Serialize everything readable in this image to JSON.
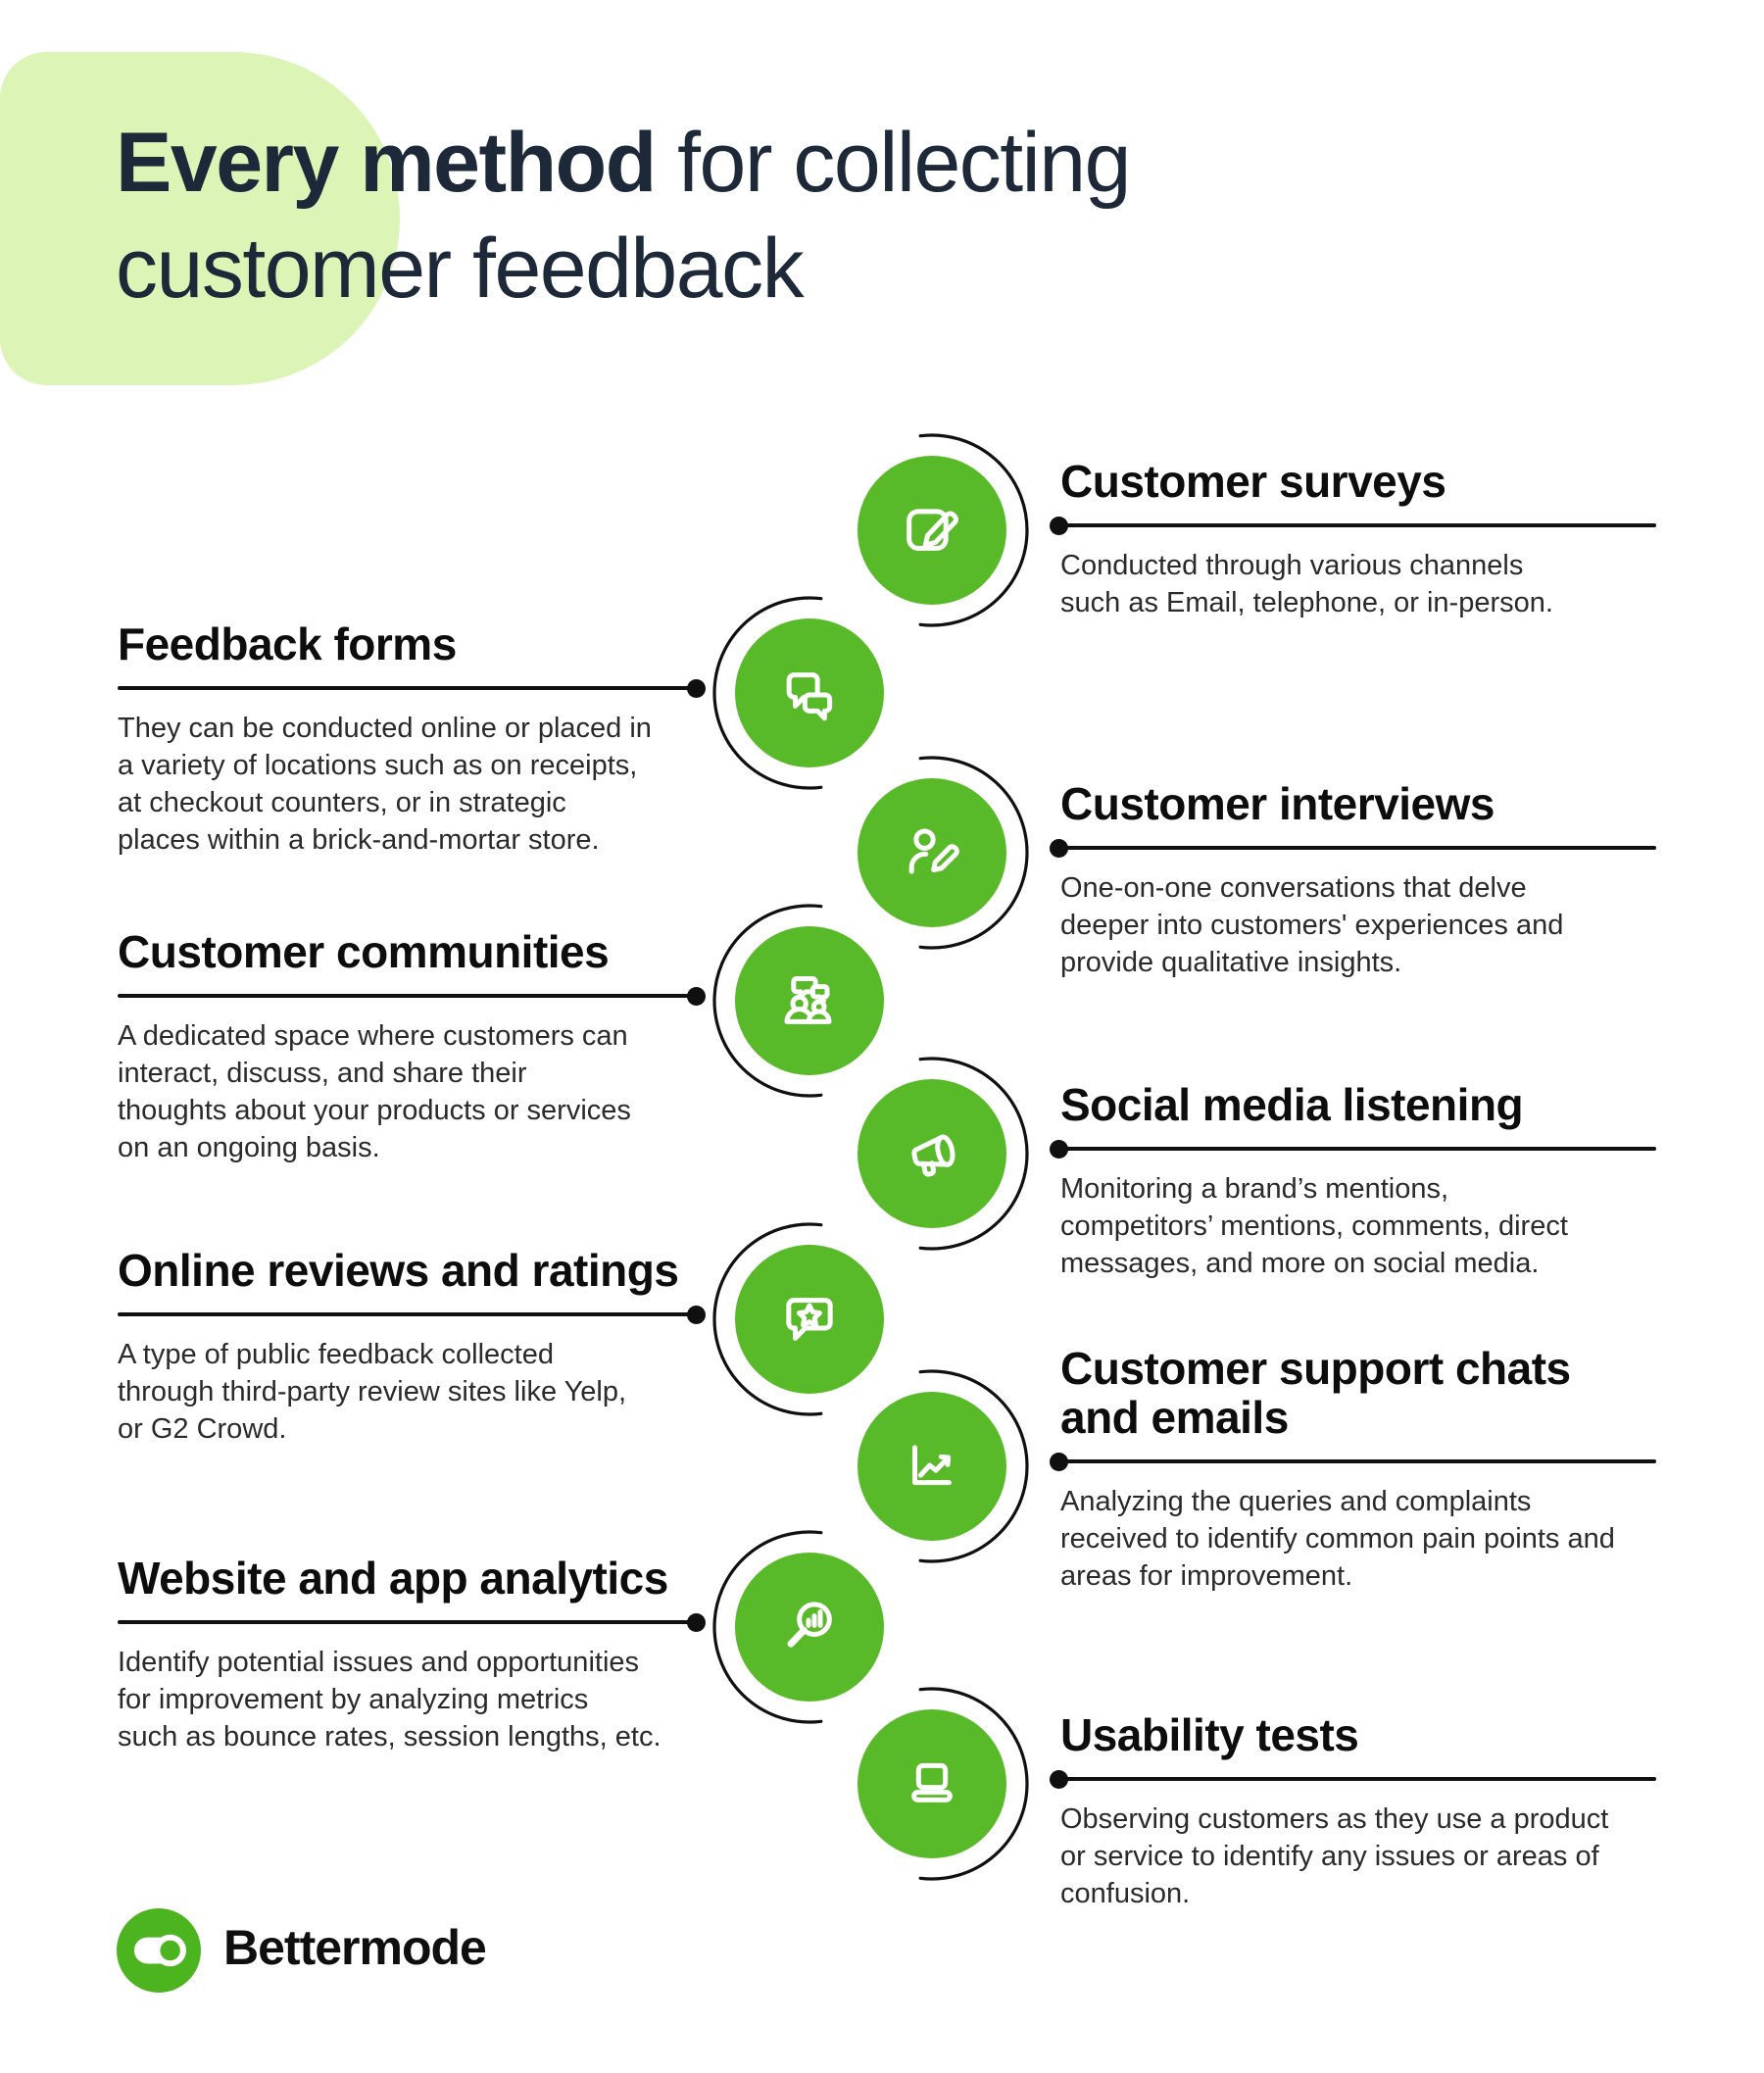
{
  "title": {
    "bold": "Every method",
    "regular": " for collecting",
    "line2": "customer feedback"
  },
  "colors": {
    "background": "#ffffff",
    "accent_green": "#58ba28",
    "blob_green": "#dcf4b6",
    "title_navy": "#1d2939",
    "heading_black": "#0d0d0d",
    "body_gray": "#2a2a2a",
    "line_black": "#101010",
    "logo_green": "#4cb41f"
  },
  "items": [
    {
      "id": "customer-surveys",
      "side": "right",
      "heading": "Customer surveys",
      "body": "Conducted through various channels\nsuch as Email, telephone, or in-person.",
      "icon": "edit-icon"
    },
    {
      "id": "feedback-forms",
      "side": "left",
      "heading": "Feedback forms",
      "body": "They can be conducted online or placed in\na variety of locations such as on receipts,\nat checkout counters, or in strategic\nplaces within a brick-and-mortar store.",
      "icon": "chat-bubbles-icon"
    },
    {
      "id": "customer-interviews",
      "side": "right",
      "heading": "Customer interviews",
      "body": "One-on-one conversations that delve\ndeeper into customers' experiences and\nprovide qualitative insights.",
      "icon": "person-pencil-icon"
    },
    {
      "id": "customer-communities",
      "side": "left",
      "heading": "Customer communities",
      "body": "A dedicated space where customers can\ninteract, discuss, and share their\nthoughts about your products or services\non an ongoing basis.",
      "icon": "community-icon"
    },
    {
      "id": "social-media-listening",
      "side": "right",
      "heading": "Social media listening",
      "body": "Monitoring a brand’s mentions,\ncompetitors’ mentions, comments, direct\nmessages,  and more on social media.",
      "icon": "megaphone-icon"
    },
    {
      "id": "online-reviews-and-ratings",
      "side": "left",
      "heading": "Online reviews and ratings",
      "body": "A type of public feedback collected\nthrough third-party review sites like Yelp,\nor G2 Crowd.",
      "icon": "review-star-icon"
    },
    {
      "id": "customer-support-chats-and-emails",
      "side": "right",
      "heading": "Customer support chats\nand emails",
      "body": "Analyzing the queries and complaints\nreceived to identify common pain points and\nareas for improvement.",
      "icon": "line-chart-icon"
    },
    {
      "id": "website-and-app-analytics",
      "side": "left",
      "heading": "Website and app analytics",
      "body": "Identify potential issues and opportunities\nfor improvement by analyzing metrics\nsuch as bounce rates, session lengths, etc.",
      "icon": "magnifier-chart-icon"
    },
    {
      "id": "usability-tests",
      "side": "right",
      "heading": "Usability tests",
      "body": "Observing customers as they use a product\nor service to identify any issues or areas of\nconfusion.",
      "icon": "laptop-icon"
    }
  ],
  "footer": {
    "brand": "Bettermode",
    "logo_icon": "bettermode-toggle-icon"
  }
}
